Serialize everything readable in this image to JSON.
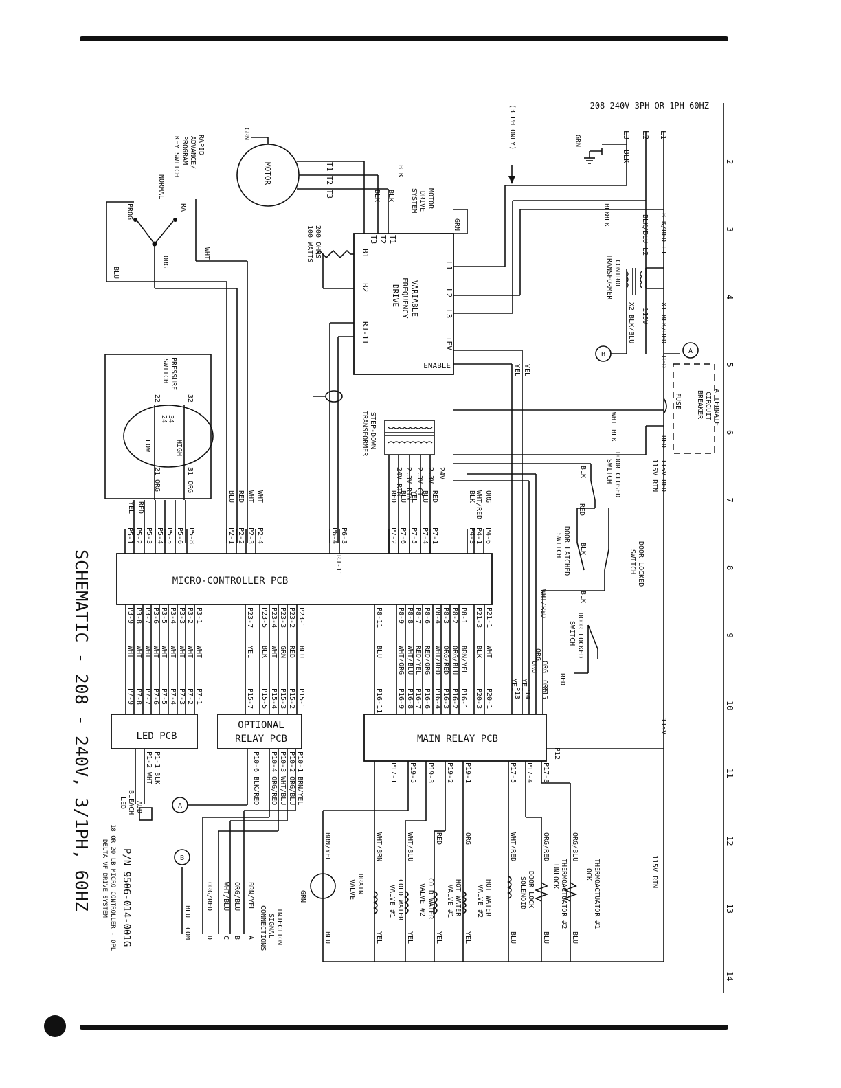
{
  "title": "SCHEMATIC - 208 - 240V, 3/1PH, 60HZ",
  "part_number": "P/N 9506-014-001G",
  "part_description": [
    "18 OR 20 LB MICRO CONTROLLER - OPL",
    "DELTA VF DRIVE SYSTEM"
  ],
  "supply": {
    "label": "208-240V-3PH OR 1PH-60HZ",
    "lines": [
      "L1",
      "L2",
      "L3",
      "BLK",
      "GRN"
    ],
    "three_phase_note": "(3 PH ONLY)"
  },
  "column_numbers": [
    "2",
    "3",
    "4",
    "5",
    "6",
    "7",
    "8",
    "9",
    "10",
    "11",
    "12",
    "13",
    "14"
  ],
  "blocks": {
    "microcontroller": "MICRO-CONTROLLER PCB",
    "main_relay": "MAIN RELAY PCB",
    "optional_relay": [
      "OPTIONAL",
      "RELAY PCB"
    ],
    "led_pcb": "LED PCB",
    "vfd": [
      "VARIABLE",
      "FREQUENCY",
      "DRIVE"
    ],
    "vfd_terminals": {
      "l1": "L1",
      "l2": "L2",
      "l3": "L3",
      "ev": "+EV",
      "enable": "ENABLE",
      "t1": "T1",
      "t2": "T2",
      "t3": "T3",
      "b1": "B1",
      "b2": "B2",
      "rj": "RJ-11"
    }
  },
  "components": {
    "motor": "MOTOR",
    "motor_leads": "T1 T2 T3",
    "motor_drive": [
      "MOTOR",
      "DRIVE",
      "SYSTEM"
    ],
    "resistor": [
      "200 OHMS",
      "100 WATTS"
    ],
    "control_transformer": [
      "CONTROL",
      "TRANSFORMER"
    ],
    "step_down_transformer": [
      "STEP-DOWN",
      "TRANSFORMER"
    ],
    "fuse": "FUSE",
    "breaker": [
      "ALTERNATE",
      "CIRCUIT",
      "BREAKER"
    ],
    "key_switch": [
      "RAPID",
      "ADVANCE/",
      "PROGRAM",
      "KEY SWITCH"
    ],
    "key_positions": {
      "normal": "NORMAL",
      "ra": "RA",
      "prog": "PROG"
    },
    "pressure_switch": [
      "PRESSURE",
      "SWITCH"
    ],
    "pressure_levels": {
      "low": "LOW",
      "high": "HIGH"
    },
    "door_closed_switch": [
      "DOOR CLOSED",
      "SWITCH"
    ],
    "door_latched_switch": [
      "DOOR LATCHED",
      "SWITCH"
    ],
    "door_locked_switch_1": [
      "DOOR LOCKED",
      "SWITCH"
    ],
    "door_locked_switch_2": [
      "DOOR LOCKED",
      "SWITCH"
    ],
    "drain_valve": [
      "DRAIN",
      "VALVE"
    ],
    "cold_water_1": [
      "COLD WATER",
      "VALVE #1"
    ],
    "cold_water_2": [
      "COLD WATER",
      "VALVE #2"
    ],
    "hot_water_1": [
      "HOT WATER",
      "VALVE #1"
    ],
    "hot_water_2": [
      "HOT WATER",
      "VALVE #2"
    ],
    "door_lock_solenoid": [
      "DOOR LOCK",
      "SOLENOID"
    ],
    "thermoactuator_2": [
      "THERMOACTUATOR #2",
      "UNLOCK"
    ],
    "thermoactuator_1": [
      "THERMOACTUATOR #1",
      "LOCK"
    ],
    "bleach_led": [
      "ADD",
      "BLEACH",
      "LED"
    ],
    "injection": [
      "INJECTION",
      "SIGNAL",
      "CONNECTIONS"
    ]
  },
  "connectors": {
    "p7_top": [
      "P7-1",
      "P7-4",
      "P7-5",
      "P7-6",
      "P7-2"
    ],
    "p4": [
      "P4-6",
      "P4-1",
      "P4-3"
    ],
    "p6": [
      "P6-3",
      "P6-4"
    ],
    "p2": [
      "P2-4",
      "P2-3",
      "P2-2",
      "P2-1"
    ],
    "p5": [
      "P5-8",
      "P5-6",
      "P5-5",
      "P5-4",
      "P5-3",
      "P5-2",
      "P5-1"
    ],
    "p3": [
      "P3-1",
      "P3-2",
      "P3-3",
      "P3-4",
      "P3-5",
      "P3-6",
      "P3-7",
      "P3-8",
      "P3-9"
    ],
    "p23": [
      "P23-1",
      "P23-2",
      "P23-3",
      "P23-4",
      "P23-5",
      "P23-7"
    ],
    "p8": [
      "P8-1",
      "P8-2",
      "P8-3",
      "P8-4",
      "P8-6",
      "P8-7",
      "P8-8",
      "P8-9",
      "P8-11"
    ],
    "p21": [
      "P21-1",
      "P21-3"
    ],
    "p7_bottom": [
      "P7-1",
      "P7-2",
      "P7-3",
      "P7-4",
      "P7-5",
      "P7-6",
      "P7-7",
      "P7-8",
      "P7-9"
    ],
    "p15": [
      "P15-1",
      "P15-2",
      "P15-3",
      "P15-4",
      "P15-5",
      "P15-7"
    ],
    "p16": [
      "P16-1",
      "P16-2",
      "P16-3",
      "P16-4",
      "P16-6",
      "P16-7",
      "P16-8",
      "P16-9",
      "P16-11"
    ],
    "p20": [
      "P20-1",
      "P20-3"
    ],
    "main_relay_in": [
      "P15",
      "P14",
      "P13"
    ],
    "p12": "P12",
    "p17": [
      "P17-3",
      "P17-4",
      "P17-5",
      "P17-1"
    ],
    "p19": [
      "P19-1",
      "P19-2",
      "P19-3",
      "P19-5"
    ],
    "p10": [
      "P10-1 BRN/YEL",
      "P10-2 ORG/BLU",
      "P10-3 WHT/BLU",
      "P10-4 ORG/RED",
      "P10-6 BLK/RED"
    ],
    "p1": [
      "P1-1 BLK",
      "P1-2 WHT"
    ],
    "injection_terms": [
      "A",
      "B",
      "C",
      "D"
    ]
  },
  "wire_colors": {
    "p7_top": [
      "RED",
      "BLU",
      "YEL",
      "BLU",
      "RED"
    ],
    "xfmr_taps": [
      "24V",
      "2.3V",
      "2.3V CT",
      "2.3V RTN",
      "24V RTN"
    ],
    "p4": [
      "ORG",
      "WHT/RED",
      "BLK"
    ],
    "p2": [
      "WHT",
      "WHT",
      "RED",
      "BLU"
    ],
    "p5": [
      "ORG",
      "ORG"
    ],
    "p5_pins": [
      "31",
      "21",
      "32",
      "22",
      "34",
      "24"
    ],
    "p5_low": [
      "RED",
      "YEL"
    ],
    "p3": [
      "WHT",
      "WHT",
      "WHT",
      "WHT",
      "WHT",
      "WHT",
      "WHT",
      "WHT",
      "WHT"
    ],
    "p23": [
      "BLU",
      "RED",
      "GRN",
      "WHT",
      "BLK",
      "YEL"
    ],
    "p8": [
      "BRN/YEL",
      "ORG/BLU",
      "ORG/RED",
      "WHT/RED",
      "RED/ORG",
      "RED/YEL",
      "WHT/BLU",
      "WHT/ORG",
      "BLU"
    ],
    "p21": [
      "WHT",
      "BLK"
    ],
    "main_in": [
      "ORG",
      "ORG",
      "YEL",
      "YEL",
      "YEL",
      "YEL"
    ],
    "supply": [
      "BLK/RED L1",
      "BLK/BLU L2",
      "X1 BLK/RED",
      "X2 BLK/BLU",
      "115V",
      "RED",
      "BLK",
      "BLK",
      "WHT",
      "BLK",
      "RED",
      "115V RED",
      "115V RTN",
      "115V",
      "115V RTN",
      "GRN",
      "GRN",
      "BLK",
      "BLK",
      "BLK",
      "RED",
      "WHT/RED",
      "ORG",
      "ORG",
      "RED",
      "BLU",
      "WHT"
    ],
    "outputs": [
      "BRN/YEL",
      "WHT/BRN",
      "WHT/BLU",
      "RED",
      "ORG",
      "WHT/RED",
      "ORG/RED",
      "ORG/BLU",
      "YEL",
      "YEL",
      "YEL",
      "YEL",
      "BLU",
      "BLU",
      "BLU",
      "BLU"
    ],
    "injection": [
      "BRN/YEL",
      "ORG/BLU",
      "WHT/BLU",
      "ORG/RED"
    ],
    "com": [
      "BLU",
      "COM"
    ],
    "markers": [
      "A",
      "B"
    ]
  }
}
